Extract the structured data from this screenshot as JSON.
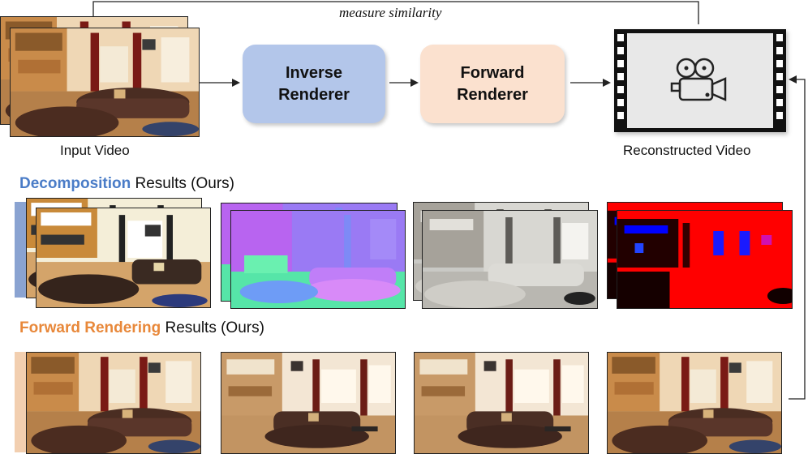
{
  "pipeline": {
    "measure_label": "measure similarity",
    "input_label": "Input Video",
    "inverse_label_line1": "Inverse",
    "inverse_label_line2": "Renderer",
    "forward_label_line1": "Forward",
    "forward_label_line2": "Renderer",
    "output_label": "Reconstructed Video"
  },
  "decomposition": {
    "highlight": "Decomposition",
    "rest": " Results (Ours)",
    "highlight_color": "#4a7cc7",
    "maps": [
      "albedo",
      "normal",
      "shading",
      "material"
    ]
  },
  "forward_rendering": {
    "highlight": "Forward Rendering",
    "rest": " Results (Ours)",
    "highlight_color": "#e8883a",
    "frame_count": 4
  },
  "colors": {
    "inverse_box": "#b3c6ea",
    "forward_box": "#fbe1cf",
    "decomp_bar": "#8aa3d1",
    "forward_bar": "#f2cfb0"
  },
  "icons": [
    "camera-icon",
    "film-strip-icon"
  ]
}
